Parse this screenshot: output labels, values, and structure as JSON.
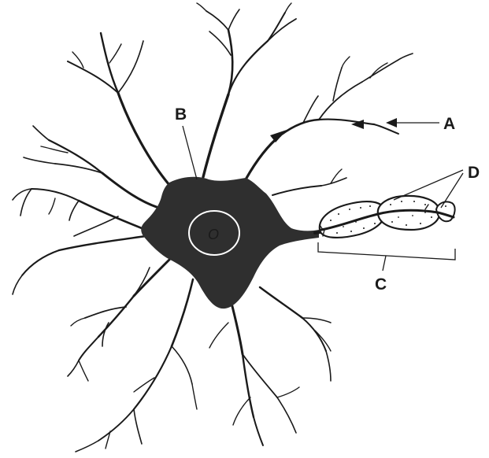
{
  "diagram": {
    "labels": {
      "a": "A",
      "b": "B",
      "c": "C",
      "d": "D"
    },
    "nucleus_letter": "O",
    "colors": {
      "ink": "#1a1a1a",
      "cell_fill": "#2f2f2f",
      "nucleus_stroke": "#ffffff",
      "background": "#ffffff"
    }
  }
}
